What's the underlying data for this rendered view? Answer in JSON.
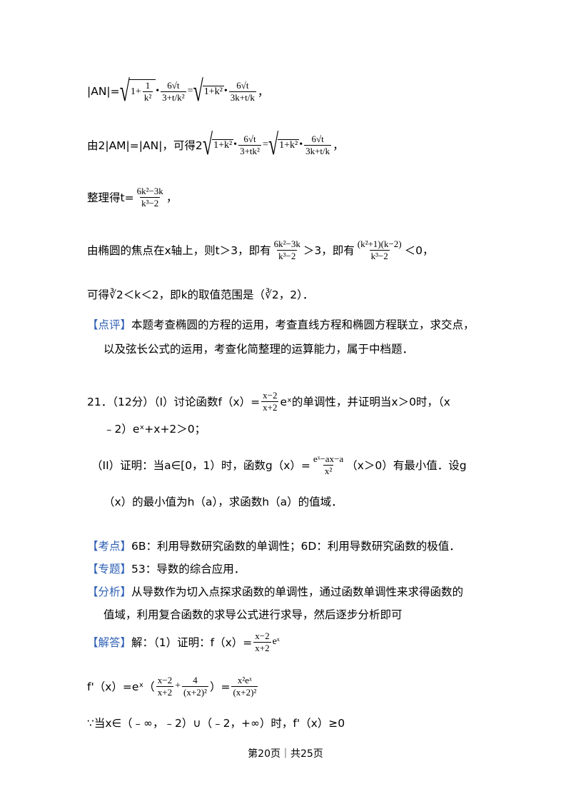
{
  "l1": {
    "lhs": "|AN|=",
    "rad1": "1+",
    "f1n": "1",
    "f1d": "k²",
    "dot": "•",
    "f2n": "6√t",
    "f2d": "3+t/k²",
    "eq": "=",
    "rad2": "1+k²",
    "f3n": "6√t",
    "f3d": "3k+t/k",
    "end": "，"
  },
  "l2": {
    "pre": "由2|AM|=|AN|，可得2",
    "rad1": "1+k²",
    "dot": "•",
    "f1n": "6√t",
    "f1d": "3+tk²",
    "eq": "=",
    "rad2": "1+k²",
    "f2n": "6√t",
    "f2d": "3k+t/k",
    "end": "，"
  },
  "l3": {
    "pre": "整理得t=",
    "fn": "6k²−3k",
    "fd": "k³−2",
    "end": "，"
  },
  "l4": {
    "pre": "由椭圆的焦点在x轴上，则t＞3，即有",
    "f1n": "6k²−3k",
    "f1d": "k³−2",
    "mid": "＞3，即有",
    "f2n": "(k²+1)(k−2)",
    "f2d": "k³−2",
    "end": "＜0，"
  },
  "l5": {
    "text": "可得∛2＜k＜2，即k的取值范围是（∛2，2）．"
  },
  "dianping": {
    "tag": "【点评】",
    "text1": "本题考查椭圆的方程的运用，考查直线方程和椭圆方程联立，求交点，",
    "text2": "以及弦长公式的运用，考查化简整理的运算能力，属于中档题．"
  },
  "q21": {
    "l1_pre": "21．（12分）（I）讨论函数f（x）=",
    "l1_fn": "x−2",
    "l1_fd": "x+2",
    "l1_post": "eˣ的单调性，并证明当x＞0时，（x",
    "l2": "﹣2）eˣ+x+2＞0；",
    "l3_pre": "（II）证明：当a∈[0，1）时，函数g（x）=",
    "l3_fn": "eˣ−ax−a",
    "l3_fd": "x²",
    "l3_post": "（x＞0）有最小值．设g",
    "l4": "（x）的最小值为h（a），求函数h（a）的值域．"
  },
  "kaodian": {
    "tag": "【考点】",
    "text": "6B：利用导数研究函数的单调性；6D：利用导数研究函数的极值．"
  },
  "zhuanti": {
    "tag": "【专题】",
    "text": "53：导数的综合应用．"
  },
  "fenxi": {
    "tag": "【分析】",
    "text1": "从导数作为切入点探求函数的单调性，通过函数单调性来求得函数的",
    "text2": "值域，利用复合函数的求导公式进行求导，然后逐步分析即可"
  },
  "jieda": {
    "tag": "【解答】",
    "pre": "解：（1）证明：f（x）=",
    "fn": "x−2",
    "fd": "x+2",
    "post": "eˣ"
  },
  "deriv": {
    "pre": "f'（x）=eˣ（",
    "f1n": "x−2",
    "f1d": "x+2",
    "plus": "+",
    "f2n": "4",
    "f2d": "(x+2)²",
    "mid": "）=",
    "f3n": "x²eˣ",
    "f3d": "(x+2)²"
  },
  "because": {
    "text": "∵当x∈（﹣∞，﹣2）∪（﹣2，+∞）时，f'（x）≥0"
  },
  "footer": {
    "text": "第20页｜共25页"
  }
}
